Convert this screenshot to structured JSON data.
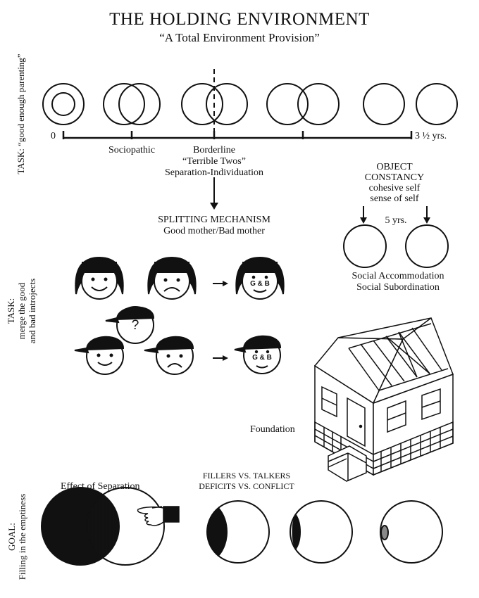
{
  "title": "THE HOLDING ENVIRONMENT",
  "subtitle": "“A Total Environment Provision”",
  "side_task_1": "TASK: “good enough parenting”",
  "side_task_2_line1": "TASK:",
  "side_task_2_line2": "merge the good",
  "side_task_2_line3": "and bad introjects",
  "side_goal_line1": "GOAL:",
  "side_goal_line2": "Filling in the emptiness",
  "timeline": {
    "start_label": "0",
    "end_label": "3 ½ yrs.",
    "sociopathic": "Sociopathic",
    "borderline": "Borderline",
    "terrible_twos": "“Terrible Twos”",
    "separation": "Separation-Individuation"
  },
  "splitting": {
    "line1": "SPLITTING MECHANISM",
    "line2": "Good mother/Bad mother"
  },
  "constancy": {
    "line1": "OBJECT",
    "line2": "CONSTANCY",
    "line3": "cohesive self",
    "line4": "sense of self",
    "five_yrs": "5 yrs.",
    "social1": "Social Accommodation",
    "social2": "Social Subordination"
  },
  "faces": {
    "merged_label": "G & B",
    "question_mark": "?"
  },
  "foundation": "Foundation",
  "fillers": {
    "line1": "FILLERS VS. TALKERS",
    "line2": "DEFICITS VS. CONFLICT"
  },
  "effect_of_separation": "Effect of Separation"
}
